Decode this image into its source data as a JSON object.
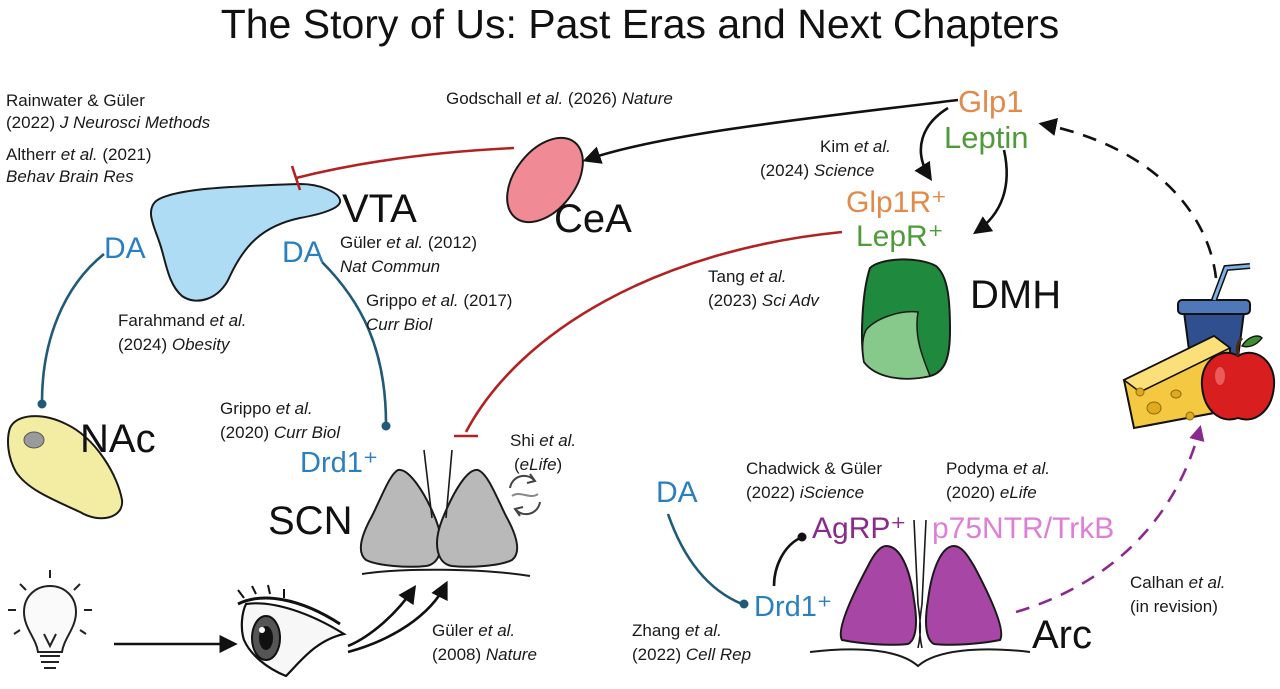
{
  "title": "The Story of Us: Past Eras and Next Chapters",
  "colors": {
    "dopamine_blue": "#2a7fbf",
    "glp1_orange": "#e3894a",
    "leptin_green": "#4f9a3a",
    "agrp_purple": "#8b2a8c",
    "trkb_pink": "#dd7fd6",
    "inhibit_red": "#b22222",
    "dashed_purple": "#8b2a8c",
    "path_teal": "#1f5a78",
    "vta_fill": "#aedcf5",
    "cea_fill": "#f08a94",
    "nac_fill": "#f2eda3",
    "dmh_dark": "#1f8a3e",
    "dmh_light": "#86c98a",
    "scn_fill": "#b9b9b9",
    "arc_fill": "#a746a5"
  },
  "regions": {
    "vta": "VTA",
    "cea": "CeA",
    "nac": "NAc",
    "scn": "SCN",
    "dmh": "DMH",
    "arc": "Arc"
  },
  "markers": {
    "da_left": "DA",
    "da_vta_right": "DA",
    "da_arc": "DA",
    "drd1_scn": "Drd1⁺",
    "drd1_arc": "Drd1⁺",
    "glp1": "Glp1",
    "leptin": "Leptin",
    "glp1r": "Glp1R⁺",
    "lepr": "LepR⁺",
    "agrp": "AgRP⁺",
    "p75": "p75NTR/TrkB"
  },
  "citations": [
    {
      "id": "rainwater",
      "line1": "Rainwater & Güler",
      "line2_plain": "(2022) ",
      "line2_it": "J Neurosci Methods"
    },
    {
      "id": "altherr",
      "line1_plain": "Altherr ",
      "line1_it": "et al.",
      "line1_tail": " (2021)",
      "line2_it": "Behav Brain Res"
    },
    {
      "id": "godschall",
      "line1_plain": "Godschall ",
      "line1_it": "et al.",
      "line1_tail": " (2026) ",
      "line1_it2": "Nature"
    },
    {
      "id": "kim",
      "line1_plain": "Kim ",
      "line1_it": "et al.",
      "line2_plain": "(2024) ",
      "line2_it": "Science"
    },
    {
      "id": "guler2012",
      "line1_plain": "Güler ",
      "line1_it": "et al.",
      "line1_tail": " (2012)",
      "line2_it": "Nat Commun"
    },
    {
      "id": "grippo2017",
      "line1_plain": "Grippo ",
      "line1_it": "et al.",
      "line1_tail": " (2017)",
      "line2_it": "Curr Biol"
    },
    {
      "id": "tang",
      "line1_plain": "Tang ",
      "line1_it": "et al.",
      "line2_plain": "(2023) ",
      "line2_it": "Sci Adv"
    },
    {
      "id": "farahmand",
      "line1_plain": "Farahmand ",
      "line1_it": "et al.",
      "line2_plain": "(2024) ",
      "line2_it": "Obesity"
    },
    {
      "id": "grippo2020",
      "line1_plain": "Grippo ",
      "line1_it": "et al.",
      "line2_plain": "(2020) ",
      "line2_it": "Curr Biol"
    },
    {
      "id": "shi",
      "line1_plain": "Shi ",
      "line1_it": "et al.",
      "line2_plain": "(",
      "line2_it": "eLife",
      "line2_tail": ")"
    },
    {
      "id": "chadwick",
      "line1": "Chadwick & Güler",
      "line2_plain": "(2022) ",
      "line2_it": "iScience"
    },
    {
      "id": "podyma",
      "line1_plain": "Podyma ",
      "line1_it": "et al.",
      "line2_plain": "(2020) ",
      "line2_it": "eLife"
    },
    {
      "id": "calhan",
      "line1_plain": "Calhan ",
      "line1_it": "et al.",
      "line2_plain": "(in revision)"
    },
    {
      "id": "guler2008",
      "line1_plain": "Güler ",
      "line1_it": "et al.",
      "line2_plain": "(2008) ",
      "line2_it": "Nature"
    },
    {
      "id": "zhang",
      "line1_plain": "Zhang ",
      "line1_it": "et al.",
      "line2_plain": "(2022) ",
      "line2_it": "Cell Rep"
    }
  ],
  "icons": {
    "lightbulb": "lightbulb-icon",
    "eye": "eye-icon",
    "food": "food-icon",
    "circadian": "circadian-cycle-icon"
  }
}
